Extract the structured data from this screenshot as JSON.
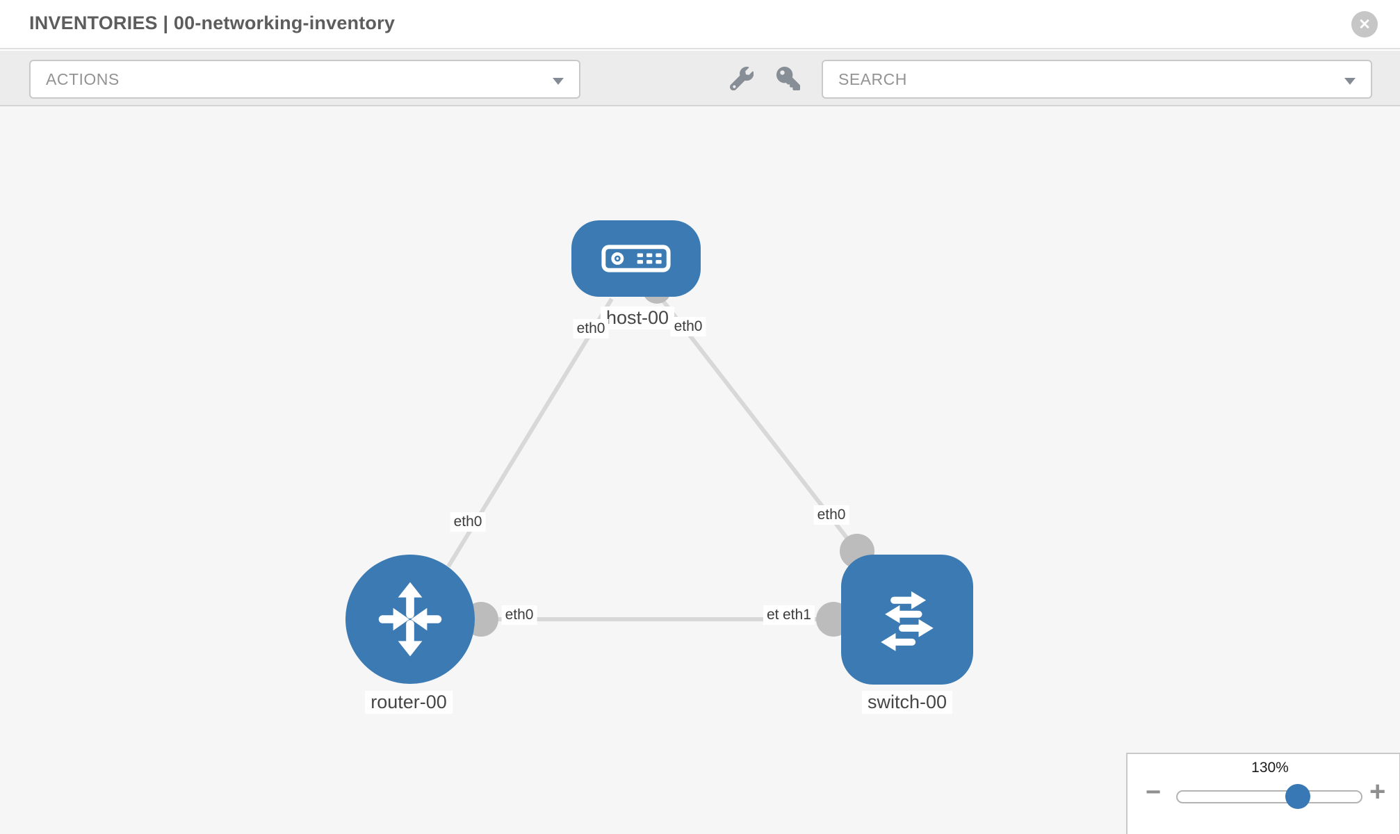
{
  "header": {
    "title": "INVENTORIES | 00-networking-inventory"
  },
  "icons": {
    "close": "✕",
    "zoom_out": "−",
    "zoom_in": "+"
  },
  "toolbar": {
    "actions_label": "ACTIONS",
    "search_label": "SEARCH"
  },
  "colors": {
    "node_blue": "#3b7ab2",
    "link_gray": "#d8d8d8",
    "port_gray": "#bcbcbc",
    "canvas_gray": "#f6f6f6"
  },
  "topology": {
    "nodes": [
      {
        "label": "host-00",
        "type": "host"
      },
      {
        "label": "router-00",
        "type": "router"
      },
      {
        "label": "switch-00",
        "type": "switch"
      }
    ],
    "links": [
      {
        "from": "host-00",
        "from_if": "eth0",
        "to": "router-00",
        "to_if": "eth0"
      },
      {
        "from": "host-00",
        "from_if": "eth0",
        "to": "switch-00",
        "to_if": "eth0"
      },
      {
        "from": "router-00",
        "from_if": "eth0",
        "to": "switch-00",
        "to_if": "eth1",
        "to_if_overlapped": "eth0"
      }
    ]
  },
  "zoom_control": {
    "value": "130%",
    "percent": 65
  }
}
